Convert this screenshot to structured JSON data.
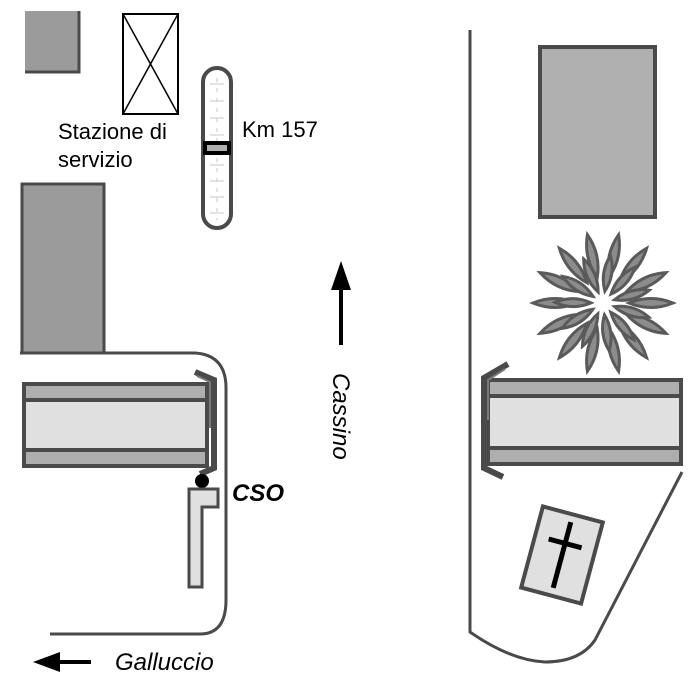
{
  "map": {
    "labels": {
      "service_station_line1": "Stazione di",
      "service_station_line2": "servizio",
      "km_marker": "Km 157",
      "cso": "CSO",
      "direction_north": "Cassino",
      "direction_west": "Galluccio"
    },
    "colors": {
      "outline": "#4a4a4a",
      "building_dark": "#9b9b9b",
      "building_light": "#b0b0b0",
      "bridge_band": "#aeaeae",
      "bridge_deck": "#e0e0e0",
      "tree": "#8c8c8c",
      "black": "#000000"
    },
    "features": [
      "building",
      "service-station",
      "km-marker-post",
      "bridge-left",
      "bridge-right",
      "tree",
      "cemetery",
      "cso-point",
      "arrow-north",
      "arrow-west"
    ]
  }
}
